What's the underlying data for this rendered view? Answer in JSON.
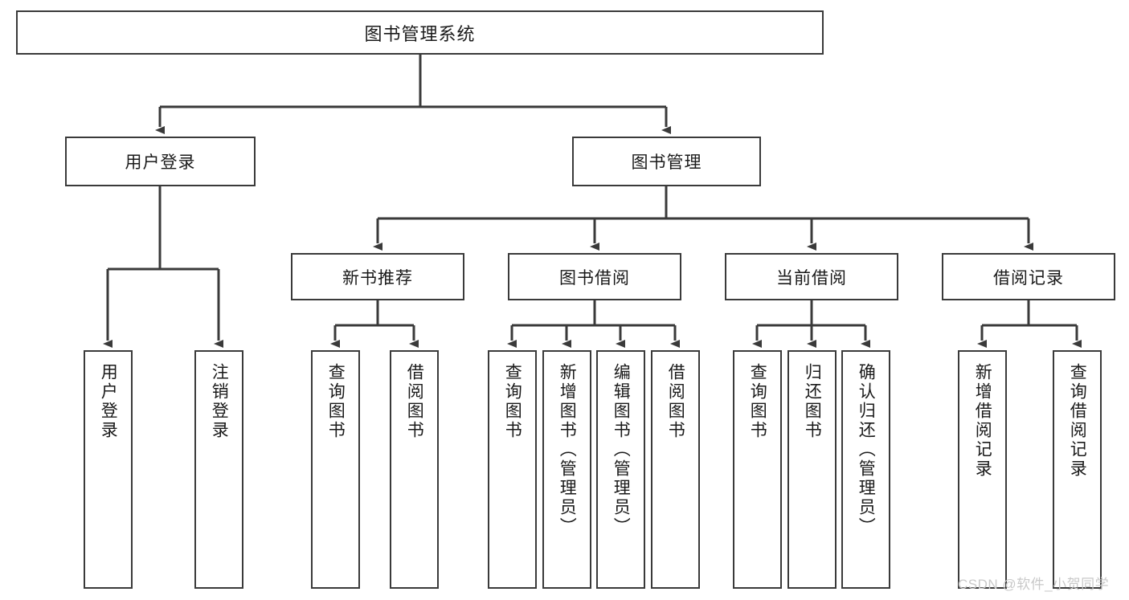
{
  "diagram": {
    "type": "tree-hierarchy",
    "title": "图书管理系统",
    "root": {
      "label": "图书管理系统"
    },
    "level2": [
      {
        "label": "用户登录"
      },
      {
        "label": "图书管理"
      }
    ],
    "level3": [
      {
        "label": "新书推荐"
      },
      {
        "label": "图书借阅"
      },
      {
        "label": "当前借阅"
      },
      {
        "label": "借阅记录"
      }
    ],
    "leaves": {
      "user_login": [
        {
          "label": "用户登录"
        },
        {
          "label": "注销登录"
        }
      ],
      "new_book_recommend": [
        {
          "label": "查询图书"
        },
        {
          "label": "借阅图书"
        }
      ],
      "book_borrow": [
        {
          "label": "查询图书"
        },
        {
          "label": "新增图书（管理员）"
        },
        {
          "label": "编辑图书（管理员）"
        },
        {
          "label": "借阅图书"
        }
      ],
      "current_borrow": [
        {
          "label": "查询图书"
        },
        {
          "label": "归还图书"
        },
        {
          "label": "确认归还（管理员）"
        }
      ],
      "borrow_record": [
        {
          "label": "新增借阅记录"
        },
        {
          "label": "查询借阅记录"
        }
      ]
    }
  },
  "watermark": {
    "text": "CSDN @软件_小贺同学"
  },
  "colors": {
    "stroke": "#3a3a3a",
    "fill": "#ffffff",
    "text": "#1a1a1a",
    "watermark": "#c9c9c9"
  }
}
